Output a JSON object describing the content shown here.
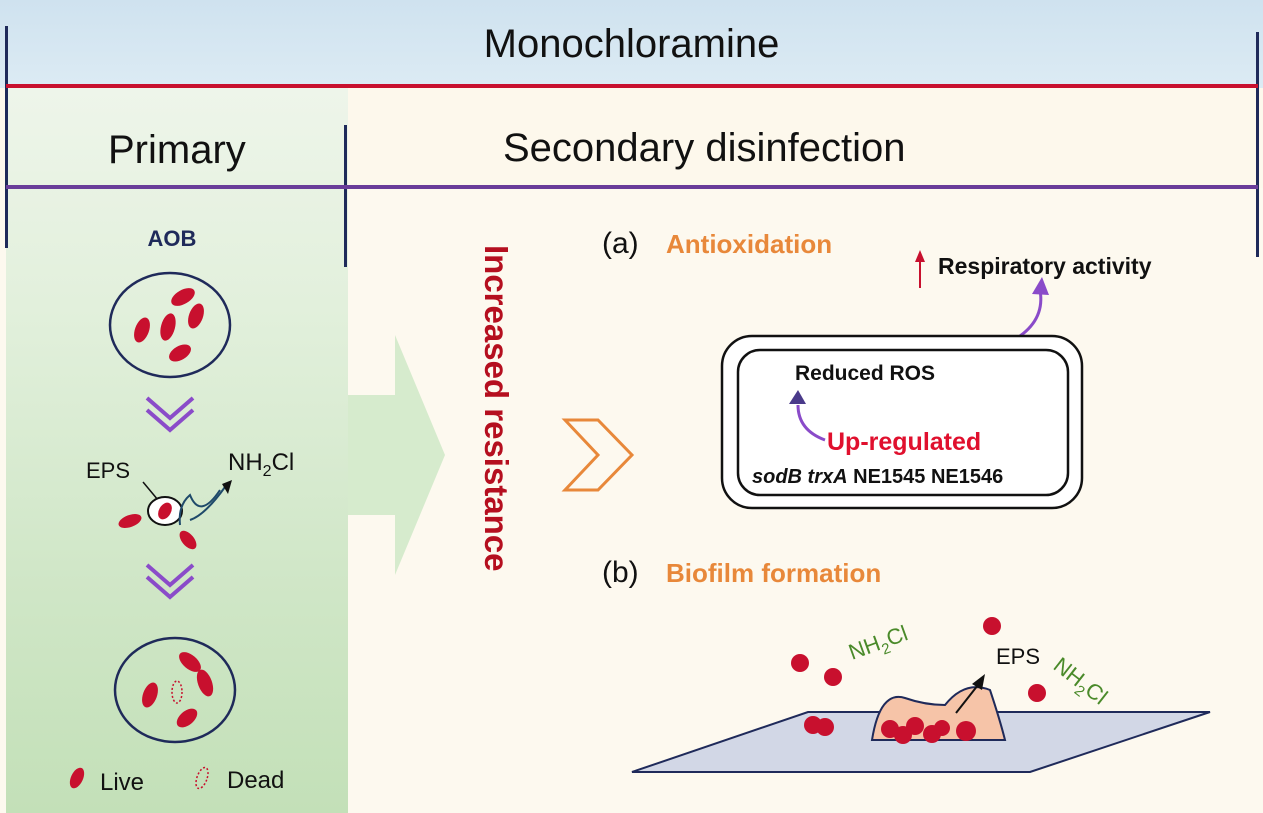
{
  "header": {
    "title": "Monochloramine"
  },
  "columns": {
    "primary": "Primary",
    "secondary": "Secondary disinfection"
  },
  "left": {
    "organism": "AOB",
    "eps_label": "EPS",
    "nh2cl_main": "NH",
    "nh2cl_sub": "2",
    "nh2cl_tail": "Cl",
    "legend_live": "Live",
    "legend_dead": "Dead"
  },
  "middle": {
    "vertical_text": "Increased resistance"
  },
  "panel_a": {
    "label": "(a)",
    "title": "Antioxidation",
    "respiratory": "Respiratory activity",
    "reduced_ros": "Reduced ROS",
    "upregulated": "Up-regulated",
    "genes_italic": "sodB trxA",
    "genes_plain": "NE1545 NE1546"
  },
  "panel_b": {
    "label": "(b)",
    "title": "Biofilm formation",
    "eps_label": "EPS",
    "nh2cl_main": "NH",
    "nh2cl_sub": "2",
    "nh2cl_tail": "Cl"
  },
  "colors": {
    "red": "#c8102e",
    "purple": "#6a3d9a",
    "orange": "#e8883a",
    "navy": "#1f2a5a",
    "green_text": "#4a8a2a"
  }
}
